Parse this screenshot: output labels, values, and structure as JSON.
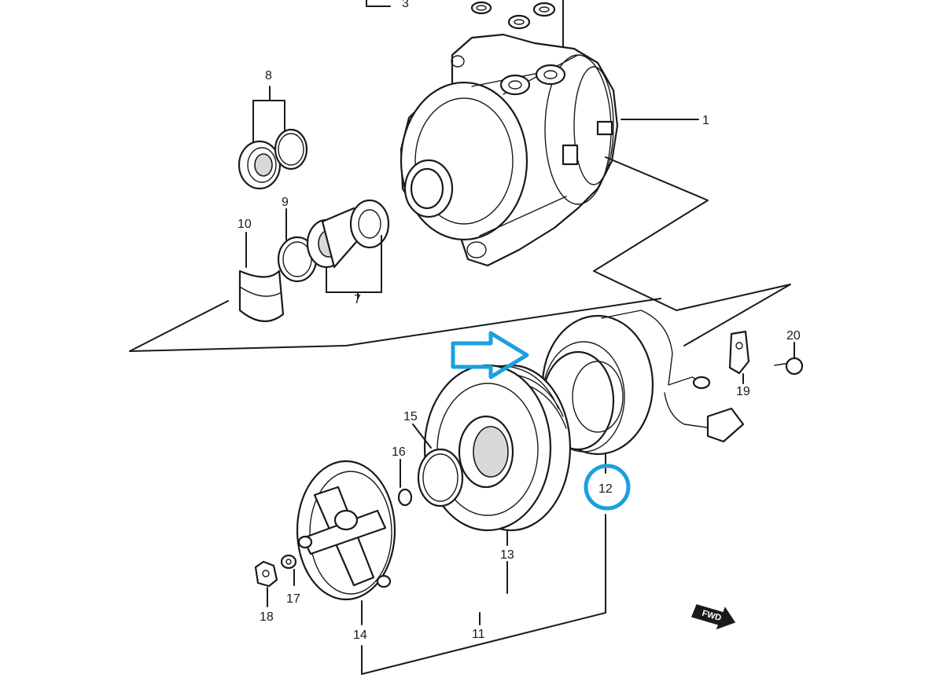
{
  "labels": {
    "p1": "1",
    "p3": "3",
    "p7": "7",
    "p8": "8",
    "p9": "9",
    "p10": "10",
    "p11": "11",
    "p12": "12",
    "p13": "13",
    "p14": "14",
    "p15": "15",
    "p16": "16",
    "p17": "17",
    "p18": "18",
    "p19": "19",
    "p20": "20"
  },
  "fwd_mark": "FWD",
  "highlight_color": "#1aa0e0",
  "line_color": "#1a1a1a"
}
